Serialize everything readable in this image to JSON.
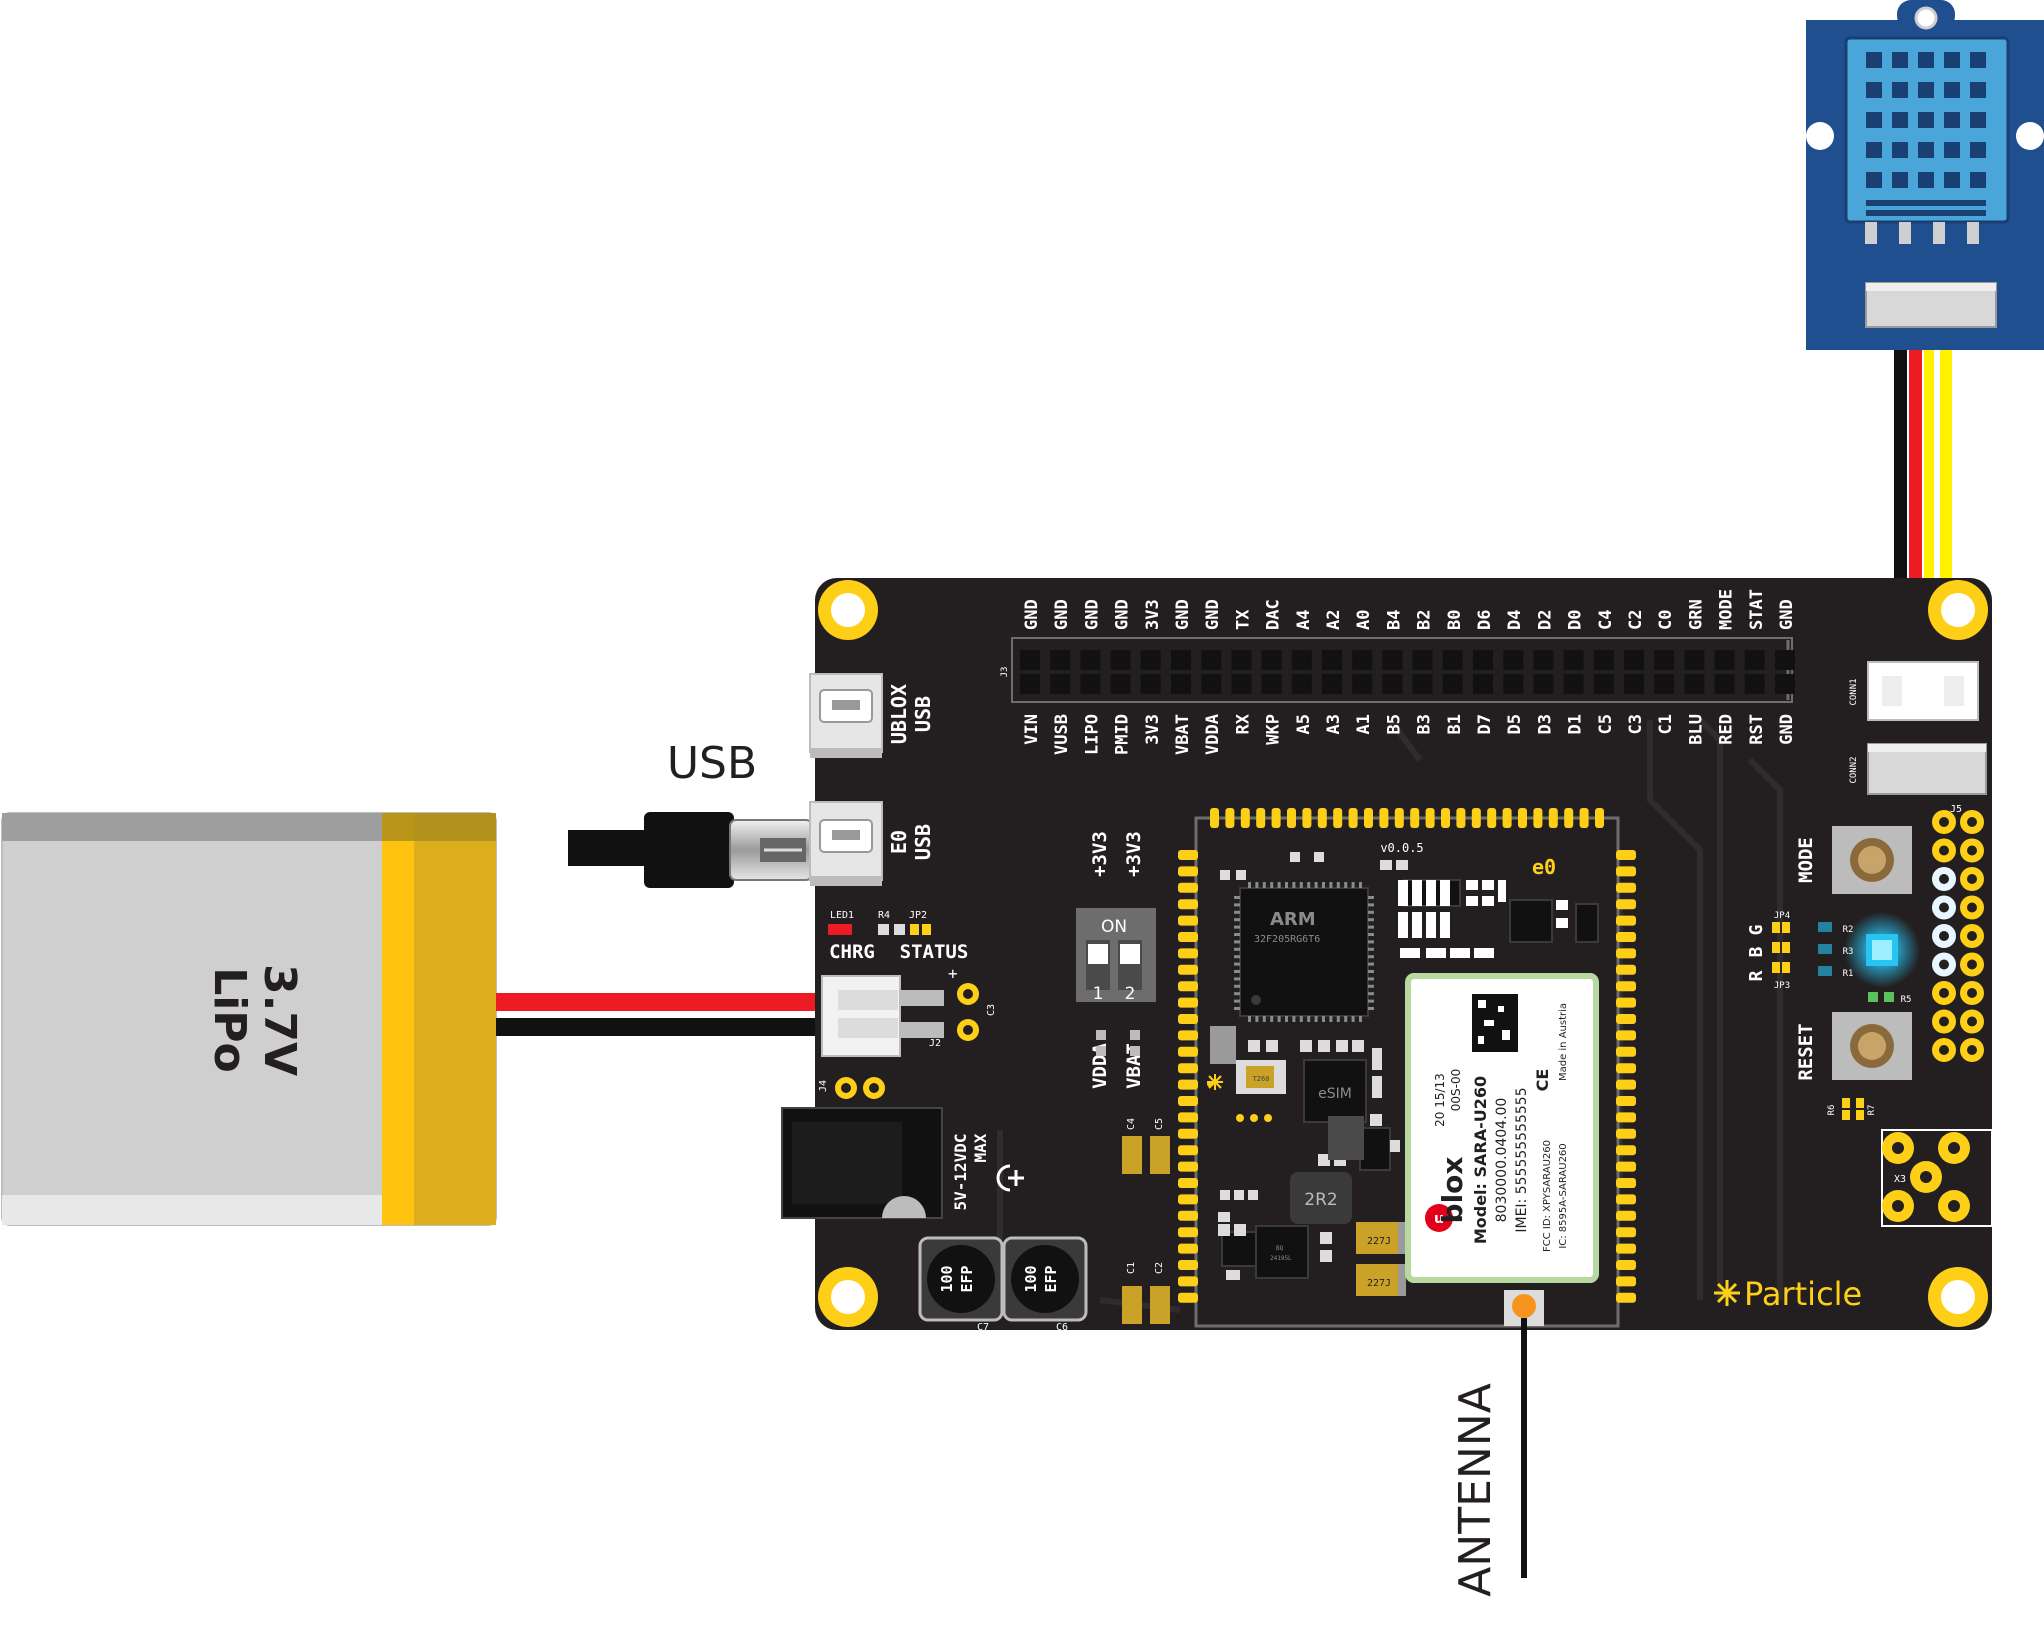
{
  "labels": {
    "usb": "USB",
    "antenna": "ANTENNA",
    "battery": [
      "3.7V",
      "LiPo"
    ],
    "ublox_usb": [
      "UBLOX",
      "USB"
    ],
    "e0_usb": [
      "E0",
      "USB"
    ],
    "chrg": "CHRG",
    "status": "STATUS",
    "led1": "LED1",
    "r4": "R4",
    "jp2": "JP2",
    "j2": "J2",
    "j3": "J3",
    "j4": "J4",
    "j5": "J5",
    "c3": "C3",
    "power_jack": [
      "5V-12VDC",
      "MAX"
    ],
    "switch_on": "ON",
    "switch_1": "1",
    "switch_2": "2",
    "switch_top": [
      "+3V3",
      "+3V3"
    ],
    "switch_bottom": [
      "VDDA",
      "VBAT"
    ],
    "mode": "MODE",
    "reset": "RESET",
    "rgb": [
      "R",
      "B",
      "G"
    ],
    "jp4": "JP4",
    "jp3": "JP3",
    "r1": "R1",
    "r2": "R2",
    "r3": "R3",
    "r5": "R5",
    "r6": "R6",
    "r7": "R7",
    "x3": "X3",
    "conn1": "CONN1",
    "conn2": "CONN2",
    "c1": "C1",
    "c2": "C2",
    "c4": "C4",
    "c5": "C5",
    "c6": "C6",
    "c7": "C7",
    "cap_value": [
      "100",
      "EFP"
    ],
    "version": "v0.0.5",
    "e0": "e0",
    "arm": "ARM",
    "arm_part": "32F205RG6T6",
    "esim": "eSIM",
    "inductor": "2R2",
    "brand": "Particle",
    "tiny_chip": [
      "BQ",
      "24195L"
    ],
    "smd_cap": "227J",
    "t260": "T260"
  },
  "header_top": [
    "GND",
    "GND",
    "GND",
    "GND",
    "3V3",
    "GND",
    "GND",
    "TX",
    "DAC",
    "A4",
    "A2",
    "A0",
    "B4",
    "B2",
    "B0",
    "D6",
    "D4",
    "D2",
    "D0",
    "C4",
    "C2",
    "C0",
    "GRN",
    "MODE",
    "STAT",
    "GND"
  ],
  "header_bottom": [
    "VIN",
    "VUSB",
    "LIPO",
    "PMID",
    "3V3",
    "VBAT",
    "VDDA",
    "RX",
    "WKP",
    "A5",
    "A3",
    "A1",
    "B5",
    "B3",
    "B1",
    "D7",
    "D5",
    "D3",
    "D1",
    "C5",
    "C3",
    "C1",
    "BLU",
    "RED",
    "RST",
    "GND"
  ],
  "modem": {
    "brand": "blox",
    "model": "Model: SARA-U260",
    "part": "8030000.0404.00",
    "imei": "IMEI: 555555555555",
    "date": [
      "20   15/13",
      "00S-00"
    ],
    "fcc": "FCC ID: XPYSARAU260",
    "ic": "IC: 8595A-SARAU260",
    "origin": "Made in Austria",
    "ce": "CE"
  },
  "colors": {
    "board": "#231f20",
    "pad": "#fdd017",
    "battery_body": "#cfcfcf",
    "battery_band": "#ffc20e",
    "sensor": "#1f4f8f",
    "sensor_face": "#4aa5d9",
    "wire_red": "#ed1c24",
    "wire_black": "#111111",
    "wire_yellow": "#fff200",
    "led_glow": "#27c4f4",
    "modem": "#ffffff"
  },
  "icons": [
    "dc-power-icon",
    "particle-logo-icon",
    "ublox-logo-icon"
  ]
}
